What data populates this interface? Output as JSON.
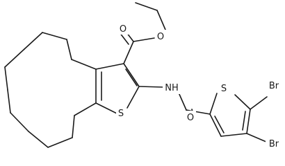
{
  "molecule": {
    "atom_labels": {
      "ring_sulfur": "S",
      "amide_n": "NH",
      "amide_o": "O",
      "ester_o_carbonyl": "O",
      "ester_o_ether": "O",
      "right_sulfur": "S",
      "br_upper": "Br",
      "br_lower": "Br"
    }
  }
}
